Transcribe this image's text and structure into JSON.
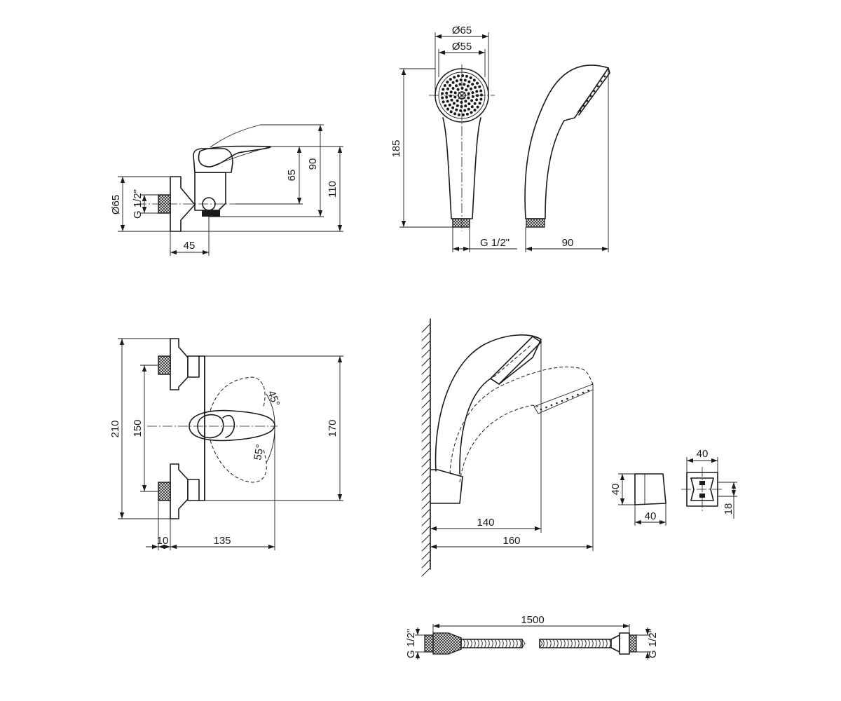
{
  "dimensions": {
    "mixer_side": {
      "d65": "Ø65",
      "g12": "G 1/2\"",
      "w45": "45",
      "h65": "65",
      "h90": "90",
      "h110": "110"
    },
    "handshower": {
      "d65": "Ø65",
      "d55": "Ø55",
      "h185": "185",
      "g12": "G 1/2\"",
      "w90": "90"
    },
    "mixer_front": {
      "h210": "210",
      "h150": "150",
      "h170": "170",
      "a45": "45°",
      "a55": "55°",
      "w10": "10",
      "w135": "135"
    },
    "wall_mount": {
      "w140": "140",
      "w160": "160"
    },
    "holder": {
      "h40a": "40",
      "w40a": "40",
      "w40b": "40",
      "h18": "18"
    },
    "hose": {
      "l1500": "1500",
      "g12_left": "G 1/2\"",
      "g12_right": "G 1/2\""
    }
  }
}
